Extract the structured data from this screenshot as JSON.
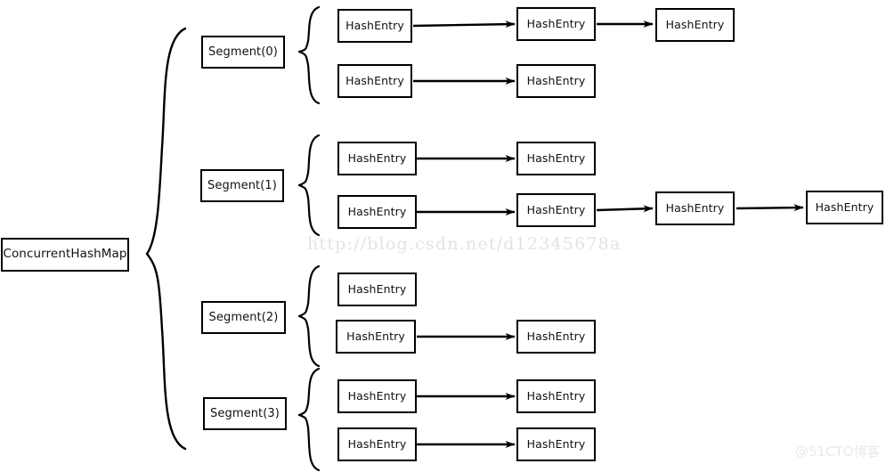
{
  "diagram": {
    "title_node": {
      "label": "ConcurrentHashMap"
    },
    "segments": [
      {
        "label": "Segment(0)"
      },
      {
        "label": "Segment(1)"
      },
      {
        "label": "Segment(2)"
      },
      {
        "label": "Segment(3)"
      }
    ],
    "entry_label": "HashEntry",
    "buckets": [
      {
        "segment": "Segment(0)",
        "chains": [
          [
            "HashEntry",
            "HashEntry",
            "HashEntry"
          ],
          [
            "HashEntry",
            "HashEntry"
          ]
        ]
      },
      {
        "segment": "Segment(1)",
        "chains": [
          [
            "HashEntry",
            "HashEntry"
          ],
          [
            "HashEntry",
            "HashEntry",
            "HashEntry",
            "HashEntry"
          ]
        ]
      },
      {
        "segment": "Segment(2)",
        "chains": [
          [
            "HashEntry"
          ],
          [
            "HashEntry",
            "HashEntry"
          ]
        ]
      },
      {
        "segment": "Segment(3)",
        "chains": [
          [
            "HashEntry",
            "HashEntry"
          ],
          [
            "HashEntry",
            "HashEntry"
          ]
        ]
      }
    ],
    "entries": {
      "r1c1": "HashEntry",
      "r1c2": "HashEntry",
      "r1c3": "HashEntry",
      "r2c1": "HashEntry",
      "r2c2": "HashEntry",
      "r3c1": "HashEntry",
      "r3c2": "HashEntry",
      "r4c1": "HashEntry",
      "r4c2": "HashEntry",
      "r4c3": "HashEntry",
      "r4c4": "HashEntry",
      "r5c1": "HashEntry",
      "r6c1": "HashEntry",
      "r6c2": "HashEntry",
      "r7c1": "HashEntry",
      "r7c2": "HashEntry",
      "r8c1": "HashEntry",
      "r8c2": "HashEntry"
    },
    "colors": {
      "stroke": "#000000",
      "background": "#ffffff",
      "text": "#111111",
      "watermark_url": "#e3e3e6",
      "watermark_brand": "#e9e9ec"
    }
  },
  "watermarks": {
    "url": "http://blog.csdn.net/d12345678a",
    "brand": "@51CTO博客"
  }
}
